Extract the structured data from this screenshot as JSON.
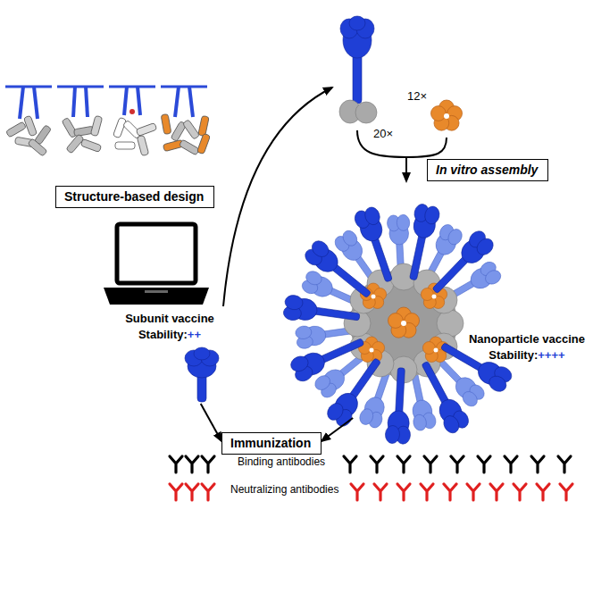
{
  "diagram": {
    "nodes": [
      {
        "text": [
          "Structure-based design"
        ]
      },
      {
        "text": [
          "Subunit vaccine",
          "Stability:++"
        ]
      },
      {
        "text": [
          "In vitro assembly"
        ]
      },
      {
        "text": [
          "Nanoparticle vaccine",
          "Stability:++++"
        ]
      },
      {
        "text": [
          "Immunization"
        ]
      }
    ],
    "edges": [
      {
        "from": 1,
        "to": 4,
        "arrow": "to"
      },
      {
        "from": 3,
        "to": 4,
        "arrow": "to"
      }
    ],
    "labels": [
      "20×",
      "12×",
      "Binding antibodies",
      "Neutralizing antibodies"
    ]
  }
}
